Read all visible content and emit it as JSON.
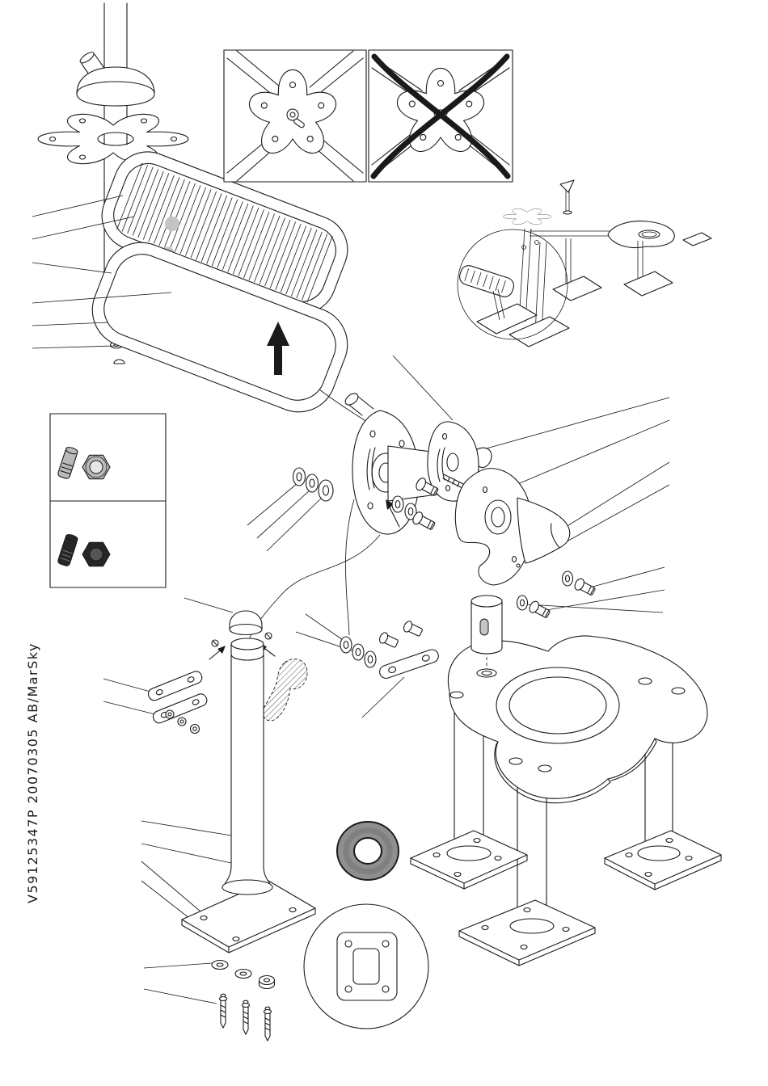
{
  "document": {
    "side_code": "V59125347P  20070305  AB/MarSky"
  },
  "colors": {
    "ink": "#1a1a1a",
    "paper": "#ffffff",
    "metal-light": "#b9b9b9",
    "metal-mid": "#8f8f8f",
    "metal-dark": "#262626",
    "cap-gray": "#c4c4c4"
  },
  "parts": [
    {
      "name": "star-knob-flange"
    },
    {
      "name": "seat-tray"
    },
    {
      "name": "support-frame"
    },
    {
      "name": "correct-mounting-panel"
    },
    {
      "name": "incorrect-mounting-panel"
    },
    {
      "name": "assembled-overview"
    },
    {
      "name": "rotator-hub-exploded"
    },
    {
      "name": "fastener-samples"
    },
    {
      "name": "pole-with-base-plate"
    },
    {
      "name": "anchor-bolts"
    },
    {
      "name": "rubber-ring"
    },
    {
      "name": "base-plate-detail"
    },
    {
      "name": "table-with-legs"
    }
  ]
}
